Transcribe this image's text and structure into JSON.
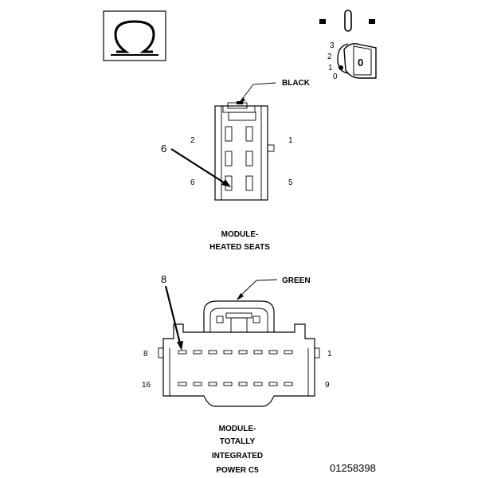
{
  "icons": {
    "ohm_symbol": "ohm-meter-icon",
    "ignition_switch": "ignition-key-icon"
  },
  "ignition": {
    "positions": [
      "3",
      "2",
      "1",
      "0"
    ],
    "key_label": "0"
  },
  "connector_heated_seats": {
    "color_label": "BLACK",
    "pin_left_top": "2",
    "pin_right_top": "1",
    "pin_left_bottom": "6",
    "pin_right_bottom": "5",
    "callout_pin": "6",
    "title_line1": "MODULE-",
    "title_line2": "HEATED SEATS"
  },
  "connector_tipm": {
    "color_label": "GREEN",
    "pin_left_top": "8",
    "pin_right_top": "1",
    "pin_left_bottom": "16",
    "pin_right_bottom": "9",
    "callout_pin": "8",
    "title_line1": "MODULE-",
    "title_line2": "TOTALLY",
    "title_line3": "INTEGRATED",
    "title_line4": "POWER C5"
  },
  "figure_id": "01258398"
}
